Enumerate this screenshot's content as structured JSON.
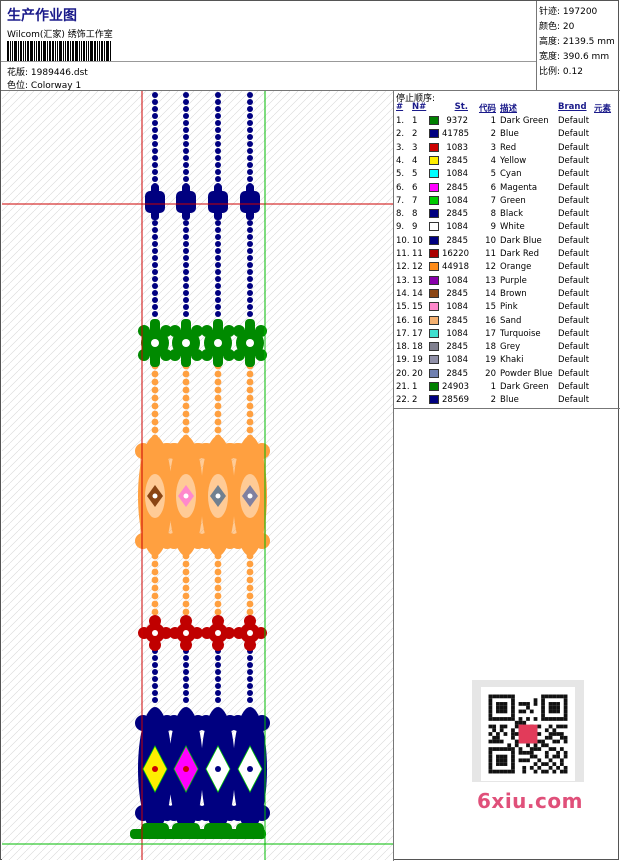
{
  "header": {
    "title": "生产作业图",
    "company": "Wilcom(汇家) 绣饰工作室",
    "design_label": "花版:",
    "design_value": "1989446.dst",
    "colorway_label": "色位:",
    "colorway_value": "Colorway 1"
  },
  "stats": [
    {
      "label": "针迹:",
      "value": "197200"
    },
    {
      "label": "颜色:",
      "value": "20"
    },
    {
      "label": "高度:",
      "value": "2139.5 mm"
    },
    {
      "label": "宽度:",
      "value": "390.6 mm"
    },
    {
      "label": "比例:",
      "value": "0.12"
    }
  ],
  "sequence": {
    "title": "停止顺序:",
    "headers": {
      "n": "#",
      "no": "N#",
      "st": "St.",
      "code": "代码",
      "desc": "描述",
      "brand": "Brand",
      "elem": "元素"
    },
    "rows": [
      {
        "n": "1.",
        "no": "1",
        "color": "#008000",
        "st": "9372",
        "code": "1",
        "desc": "Dark Green",
        "brand": "Default"
      },
      {
        "n": "2.",
        "no": "2",
        "color": "#000080",
        "st": "41785",
        "code": "2",
        "desc": "Blue",
        "brand": "Default"
      },
      {
        "n": "3.",
        "no": "3",
        "color": "#cc0000",
        "st": "1083",
        "code": "3",
        "desc": "Red",
        "brand": "Default"
      },
      {
        "n": "4.",
        "no": "4",
        "color": "#ffee00",
        "st": "2845",
        "code": "4",
        "desc": "Yellow",
        "brand": "Default"
      },
      {
        "n": "5.",
        "no": "5",
        "color": "#00ffff",
        "st": "1084",
        "code": "5",
        "desc": "Cyan",
        "brand": "Default"
      },
      {
        "n": "6.",
        "no": "6",
        "color": "#ff00ff",
        "st": "2845",
        "code": "6",
        "desc": "Magenta",
        "brand": "Default"
      },
      {
        "n": "7.",
        "no": "7",
        "color": "#00cc00",
        "st": "1084",
        "code": "7",
        "desc": "Green",
        "brand": "Default"
      },
      {
        "n": "8.",
        "no": "8",
        "color": "#000080",
        "st": "2845",
        "code": "8",
        "desc": "Black",
        "brand": "Default"
      },
      {
        "n": "9.",
        "no": "9",
        "color": "#ffffff",
        "st": "1084",
        "code": "9",
        "desc": "White",
        "brand": "Default"
      },
      {
        "n": "10.",
        "no": "10",
        "color": "#000080",
        "st": "2845",
        "code": "10",
        "desc": "Dark Blue",
        "brand": "Default"
      },
      {
        "n": "11.",
        "no": "11",
        "color": "#aa0000",
        "st": "16220",
        "code": "11",
        "desc": "Dark Red",
        "brand": "Default"
      },
      {
        "n": "12.",
        "no": "12",
        "color": "#ff8c1a",
        "st": "44918",
        "code": "12",
        "desc": "Orange",
        "brand": "Default"
      },
      {
        "n": "13.",
        "no": "13",
        "color": "#8800aa",
        "st": "1084",
        "code": "13",
        "desc": "Purple",
        "brand": "Default"
      },
      {
        "n": "14.",
        "no": "14",
        "color": "#8b4513",
        "st": "2845",
        "code": "14",
        "desc": "Brown",
        "brand": "Default"
      },
      {
        "n": "15.",
        "no": "15",
        "color": "#ff88cc",
        "st": "1084",
        "code": "15",
        "desc": "Pink",
        "brand": "Default"
      },
      {
        "n": "16.",
        "no": "16",
        "color": "#f4b070",
        "st": "2845",
        "code": "16",
        "desc": "Sand",
        "brand": "Default"
      },
      {
        "n": "17.",
        "no": "17",
        "color": "#40e0d0",
        "st": "1084",
        "code": "17",
        "desc": "Turquoise",
        "brand": "Default"
      },
      {
        "n": "18.",
        "no": "18",
        "color": "#808090",
        "st": "2845",
        "code": "18",
        "desc": "Grey",
        "brand": "Default"
      },
      {
        "n": "19.",
        "no": "19",
        "color": "#9090a8",
        "st": "1084",
        "code": "19",
        "desc": "Khaki",
        "brand": "Default"
      },
      {
        "n": "20.",
        "no": "20",
        "color": "#7080b0",
        "st": "2845",
        "code": "20",
        "desc": "Powder Blue",
        "brand": "Default"
      },
      {
        "n": "21.",
        "no": "1",
        "color": "#008000",
        "st": "24903",
        "code": "1",
        "desc": "Dark Green",
        "brand": "Default"
      },
      {
        "n": "22.",
        "no": "2",
        "color": "#000080",
        "st": "28569",
        "code": "2",
        "desc": "Blue",
        "brand": "Default"
      }
    ]
  },
  "watermark": {
    "text": "6xiu.com"
  }
}
